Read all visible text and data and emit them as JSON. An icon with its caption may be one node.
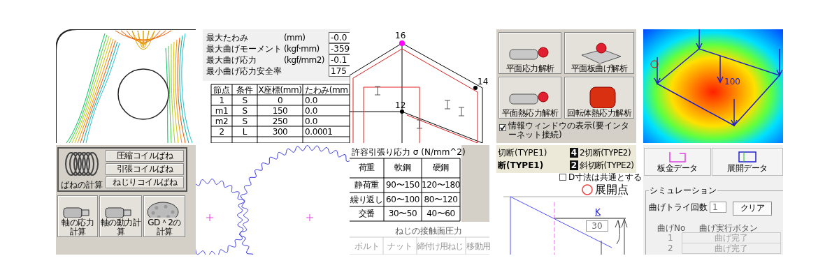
{
  "diagram": {
    "nodes": [
      {
        "text": [
          "ばねの計算"
        ]
      },
      {
        "text": [
          "圧縮コイルばね"
        ],
        "in": 0
      },
      {
        "text": [
          "引張コイルばね"
        ],
        "in": 0
      },
      {
        "text": [
          "ねじりコイルばね"
        ],
        "in": 0
      },
      {
        "text": [
          "軸の応力計算"
        ]
      },
      {
        "text": [
          "軸の動力計算"
        ]
      },
      {
        "text": [
          "GD＾2の計算"
        ]
      },
      {
        "text": [
          "平面応力解析"
        ]
      },
      {
        "text": [
          "平面板曲げ解析"
        ]
      },
      {
        "text": [
          "平面熱応力解析"
        ]
      },
      {
        "text": [
          "回転体熱応力解析"
        ]
      },
      {
        "text": [
          "板金データ"
        ]
      },
      {
        "text": [
          "展開データ"
        ]
      },
      {
        "text": [
          "シミュレーション"
        ]
      },
      {
        "text": [
          "クリア"
        ],
        "in": 13
      }
    ],
    "labels": [
      "最大たわみ",
      "(mm)",
      "-0.0",
      "最大曲げモーメント",
      "(kgf·mm)",
      "-359",
      "最大曲げ応力",
      "(kgf/mm2)",
      "-0.1",
      "最小曲げ応力安全率",
      "175",
      "節点",
      "条件",
      "X座標(mm)",
      "たわみ(mm",
      "1",
      "S",
      "0",
      "0.0",
      "m1",
      "S",
      "150",
      "0.0",
      "m2",
      "S",
      "250",
      "0.0",
      "2",
      "L",
      "300",
      "0.0001",
      "16",
      "14",
      "12",
      "情報ウィンドウの表示(要インターネット接続)",
      "100",
      "許容引張り応力 σ (N/mm^2)",
      "荷重",
      "軟鋼",
      "硬鋼",
      "静荷重",
      "90〜150",
      "120〜180",
      "繰り返し",
      "60〜100",
      "80〜120",
      "交番",
      "30〜50",
      "40〜60",
      "ねじの接触面圧力",
      "ボルト",
      "ナット",
      "締付け用ねじ",
      "移動用",
      "切断(TYPE1)",
      "4",
      "2切断(TYPE2)",
      "断(TYPE1)",
      "2",
      "斜切断(TYPE2)",
      "D寸法は共通とする",
      "展開点",
      "K",
      "30",
      "曲げトライ回数",
      "1",
      "曲げNo",
      "曲げ実行ボタン",
      "1",
      "2",
      "曲げ完了",
      "曲げ完了"
    ]
  }
}
